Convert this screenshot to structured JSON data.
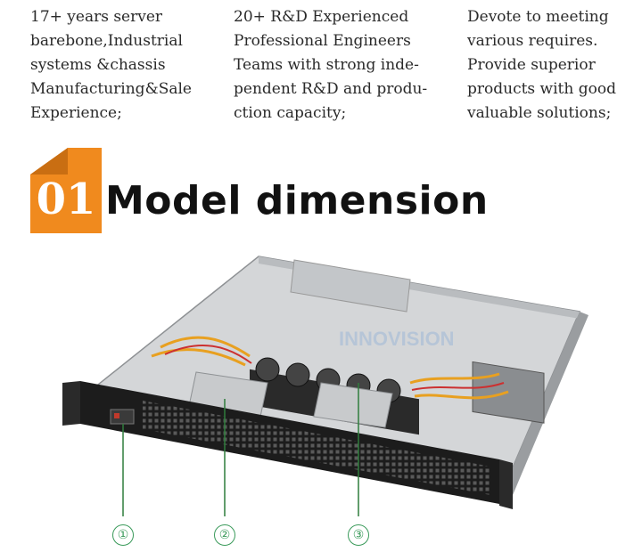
{
  "features": [
    {
      "lines": [
        "17+ years server",
        "barebone,Industrial",
        "systems &chassis",
        "Manufacturing&Sale",
        "Experience;"
      ]
    },
    {
      "lines": [
        "20+ R&D Experienced",
        "Professional Engineers",
        "Teams with strong inde-",
        "pendent R&D and produ-",
        "ction capacity;"
      ]
    },
    {
      "lines": [
        "Devote to meeting",
        "various requires.",
        "Provide superior",
        "products with good",
        "valuable solutions;"
      ]
    }
  ],
  "section": {
    "number": "01",
    "title": "Model dimension"
  },
  "colors": {
    "accent": "#f08a1e",
    "leader": "#2f7d3c",
    "marker": "#3a9a5a"
  },
  "watermark": "INNOVISION",
  "callouts": [
    "①",
    "②",
    "③"
  ]
}
